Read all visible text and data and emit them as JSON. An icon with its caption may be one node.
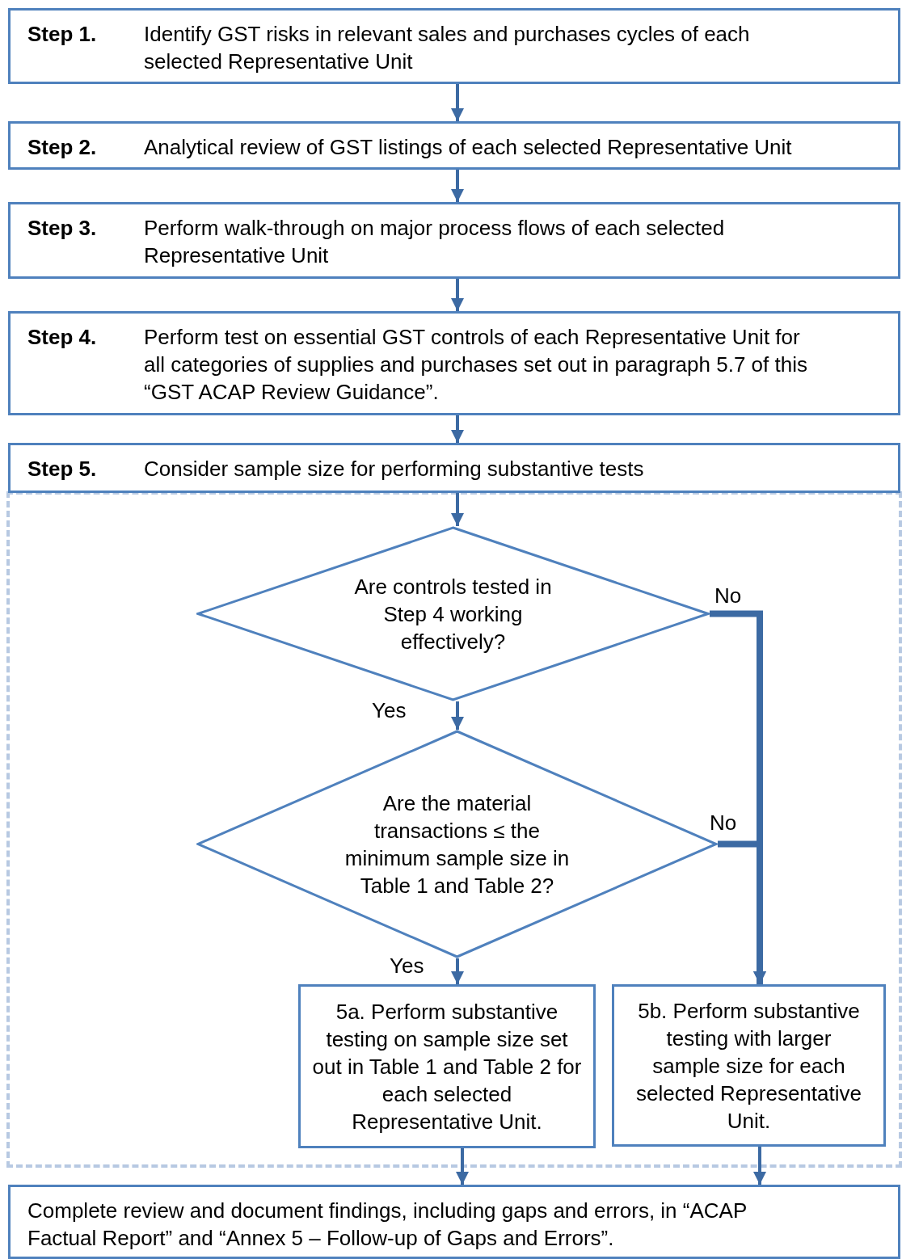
{
  "diagram": {
    "nodes": [
      {
        "text": [
          "Step 1.",
          "Identify GST risks in relevant sales and purchases cycles of each selected Representative Unit"
        ]
      },
      {
        "text": [
          "Step 2.",
          "Analytical review of GST listings of each selected Representative Unit"
        ]
      },
      {
        "text": [
          "Step 3.",
          "Perform walk-through on major process flows of each selected Representative Unit"
        ]
      },
      {
        "text": [
          "Step 4.",
          "Perform test on essential GST controls of each Representative Unit for all categories of supplies and purchases set out in paragraph 5.7 of this “GST ACAP Review Guidance”."
        ]
      },
      {
        "text": [
          "Step 5.",
          "Consider sample size for performing substantive tests"
        ]
      },
      {
        "text": [
          "Are controls tested in Step 4 working effectively?"
        ]
      },
      {
        "text": [
          "Are the material transactions ≤ the minimum sample size in Table 1 and Table 2?"
        ]
      },
      {
        "text": [
          "5a. Perform substantive testing on sample size set out in Table 1 and Table 2 for each selected Representative Unit."
        ]
      },
      {
        "text": [
          "5b. Perform substantive testing with larger sample size for each selected Representative Unit."
        ]
      },
      {
        "text": [
          "Complete review and document findings, including gaps and errors, in “ACAP Factual Report” and “Annex 5 – Follow-up of Gaps and Errors”."
        ]
      }
    ],
    "edges": [
      {
        "from": 0,
        "to": 1,
        "arrow": "to"
      },
      {
        "from": 1,
        "to": 2,
        "arrow": "to"
      },
      {
        "from": 2,
        "to": 3,
        "arrow": "to"
      },
      {
        "from": 3,
        "to": 4,
        "arrow": "to"
      },
      {
        "from": 4,
        "to": 5,
        "arrow": "to"
      },
      {
        "from": 5,
        "to": 6,
        "arrow": "to",
        "label": "Yes"
      },
      {
        "from": 5,
        "to": 8,
        "arrow": "to",
        "label": "No",
        "style": "thick"
      },
      {
        "from": 6,
        "to": 8,
        "arrow": "to",
        "label": "No",
        "style": "thick"
      },
      {
        "from": 6,
        "to": 7,
        "arrow": "to",
        "label": "Yes"
      },
      {
        "from": 7,
        "to": 9,
        "arrow": "to"
      },
      {
        "from": 8,
        "to": 9,
        "arrow": "to"
      }
    ]
  }
}
